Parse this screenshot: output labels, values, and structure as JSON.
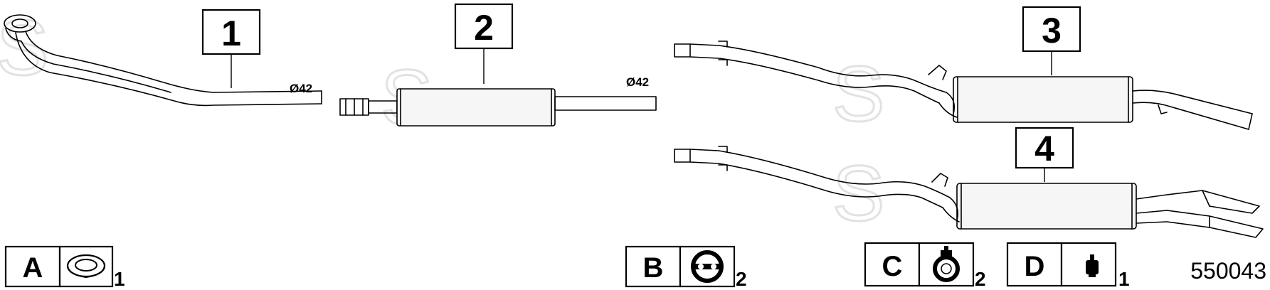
{
  "parts": [
    {
      "number": "1",
      "diameter": "Ø42"
    },
    {
      "number": "2",
      "diameter": "Ø42"
    },
    {
      "number": "3"
    },
    {
      "number": "4"
    }
  ],
  "accessories": [
    {
      "letter": "A",
      "icon": "gasket-ring-icon",
      "quantity": "1"
    },
    {
      "letter": "B",
      "icon": "rubber-hanger-icon",
      "quantity": "2"
    },
    {
      "letter": "C",
      "icon": "pipe-clamp-icon",
      "quantity": "2"
    },
    {
      "letter": "D",
      "icon": "rubber-mount-icon",
      "quantity": "1"
    }
  ],
  "diagram_code": "550043",
  "watermark": "S",
  "colors": {
    "line": "#000000",
    "background": "#ffffff",
    "watermark": "#e2e2e2",
    "body_fill": "#f6f6f6"
  }
}
